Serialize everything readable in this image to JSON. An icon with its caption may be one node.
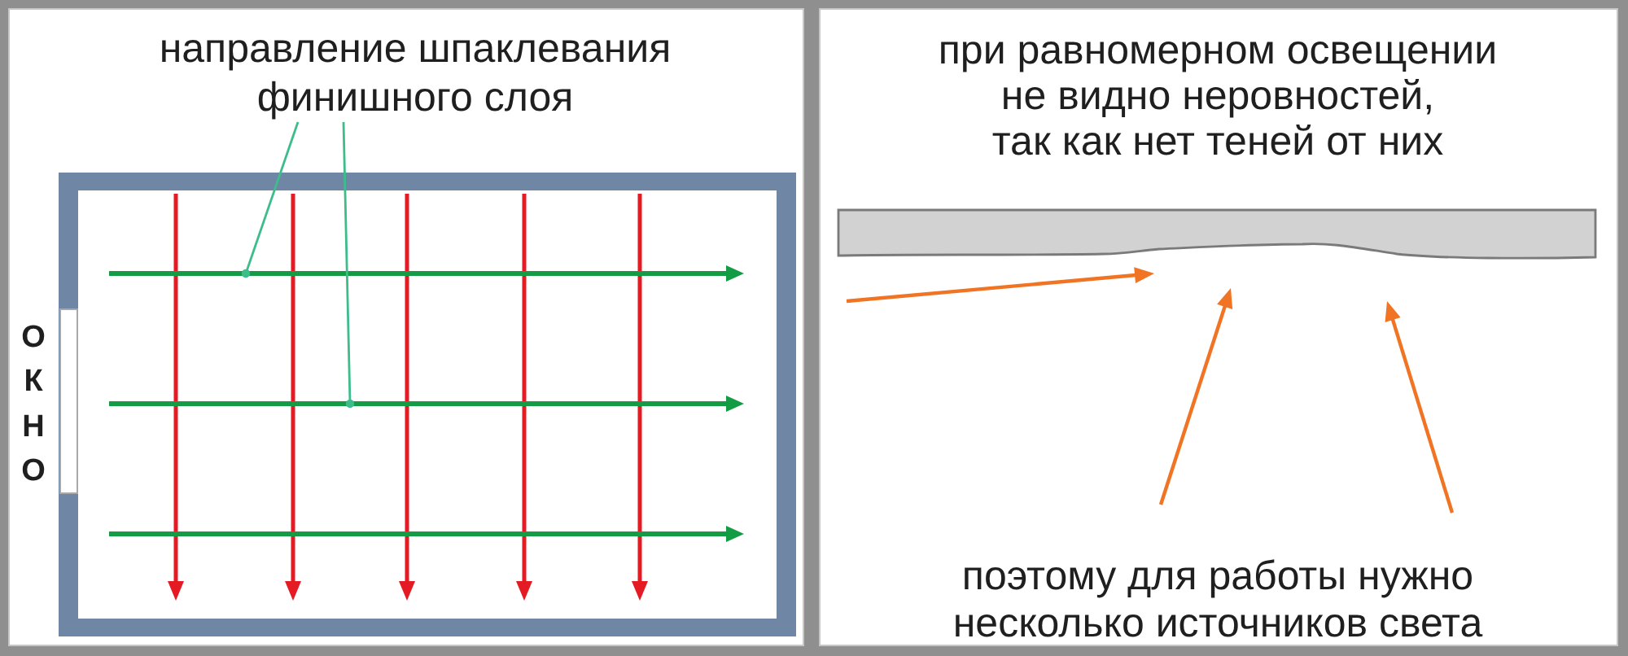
{
  "diagram": {
    "nodes": [
      {
        "text": [
          "направление шпаклевания финишного слоя"
        ]
      },
      {
        "text": [],
        "shape": "arrow"
      },
      {
        "text": [],
        "shape": "arrow"
      },
      {
        "text": [],
        "shape": "arrow"
      }
    ],
    "edges": [
      {
        "from": 0,
        "to": 1,
        "arrow": "other"
      },
      {
        "from": 0,
        "to": 2,
        "arrow": "other"
      }
    ],
    "labels": [
      "ОКНО",
      "при равномерном освещении не видно неровностей, так как нет теней от них",
      "поэтому для работы нужно несколько источников света"
    ]
  }
}
